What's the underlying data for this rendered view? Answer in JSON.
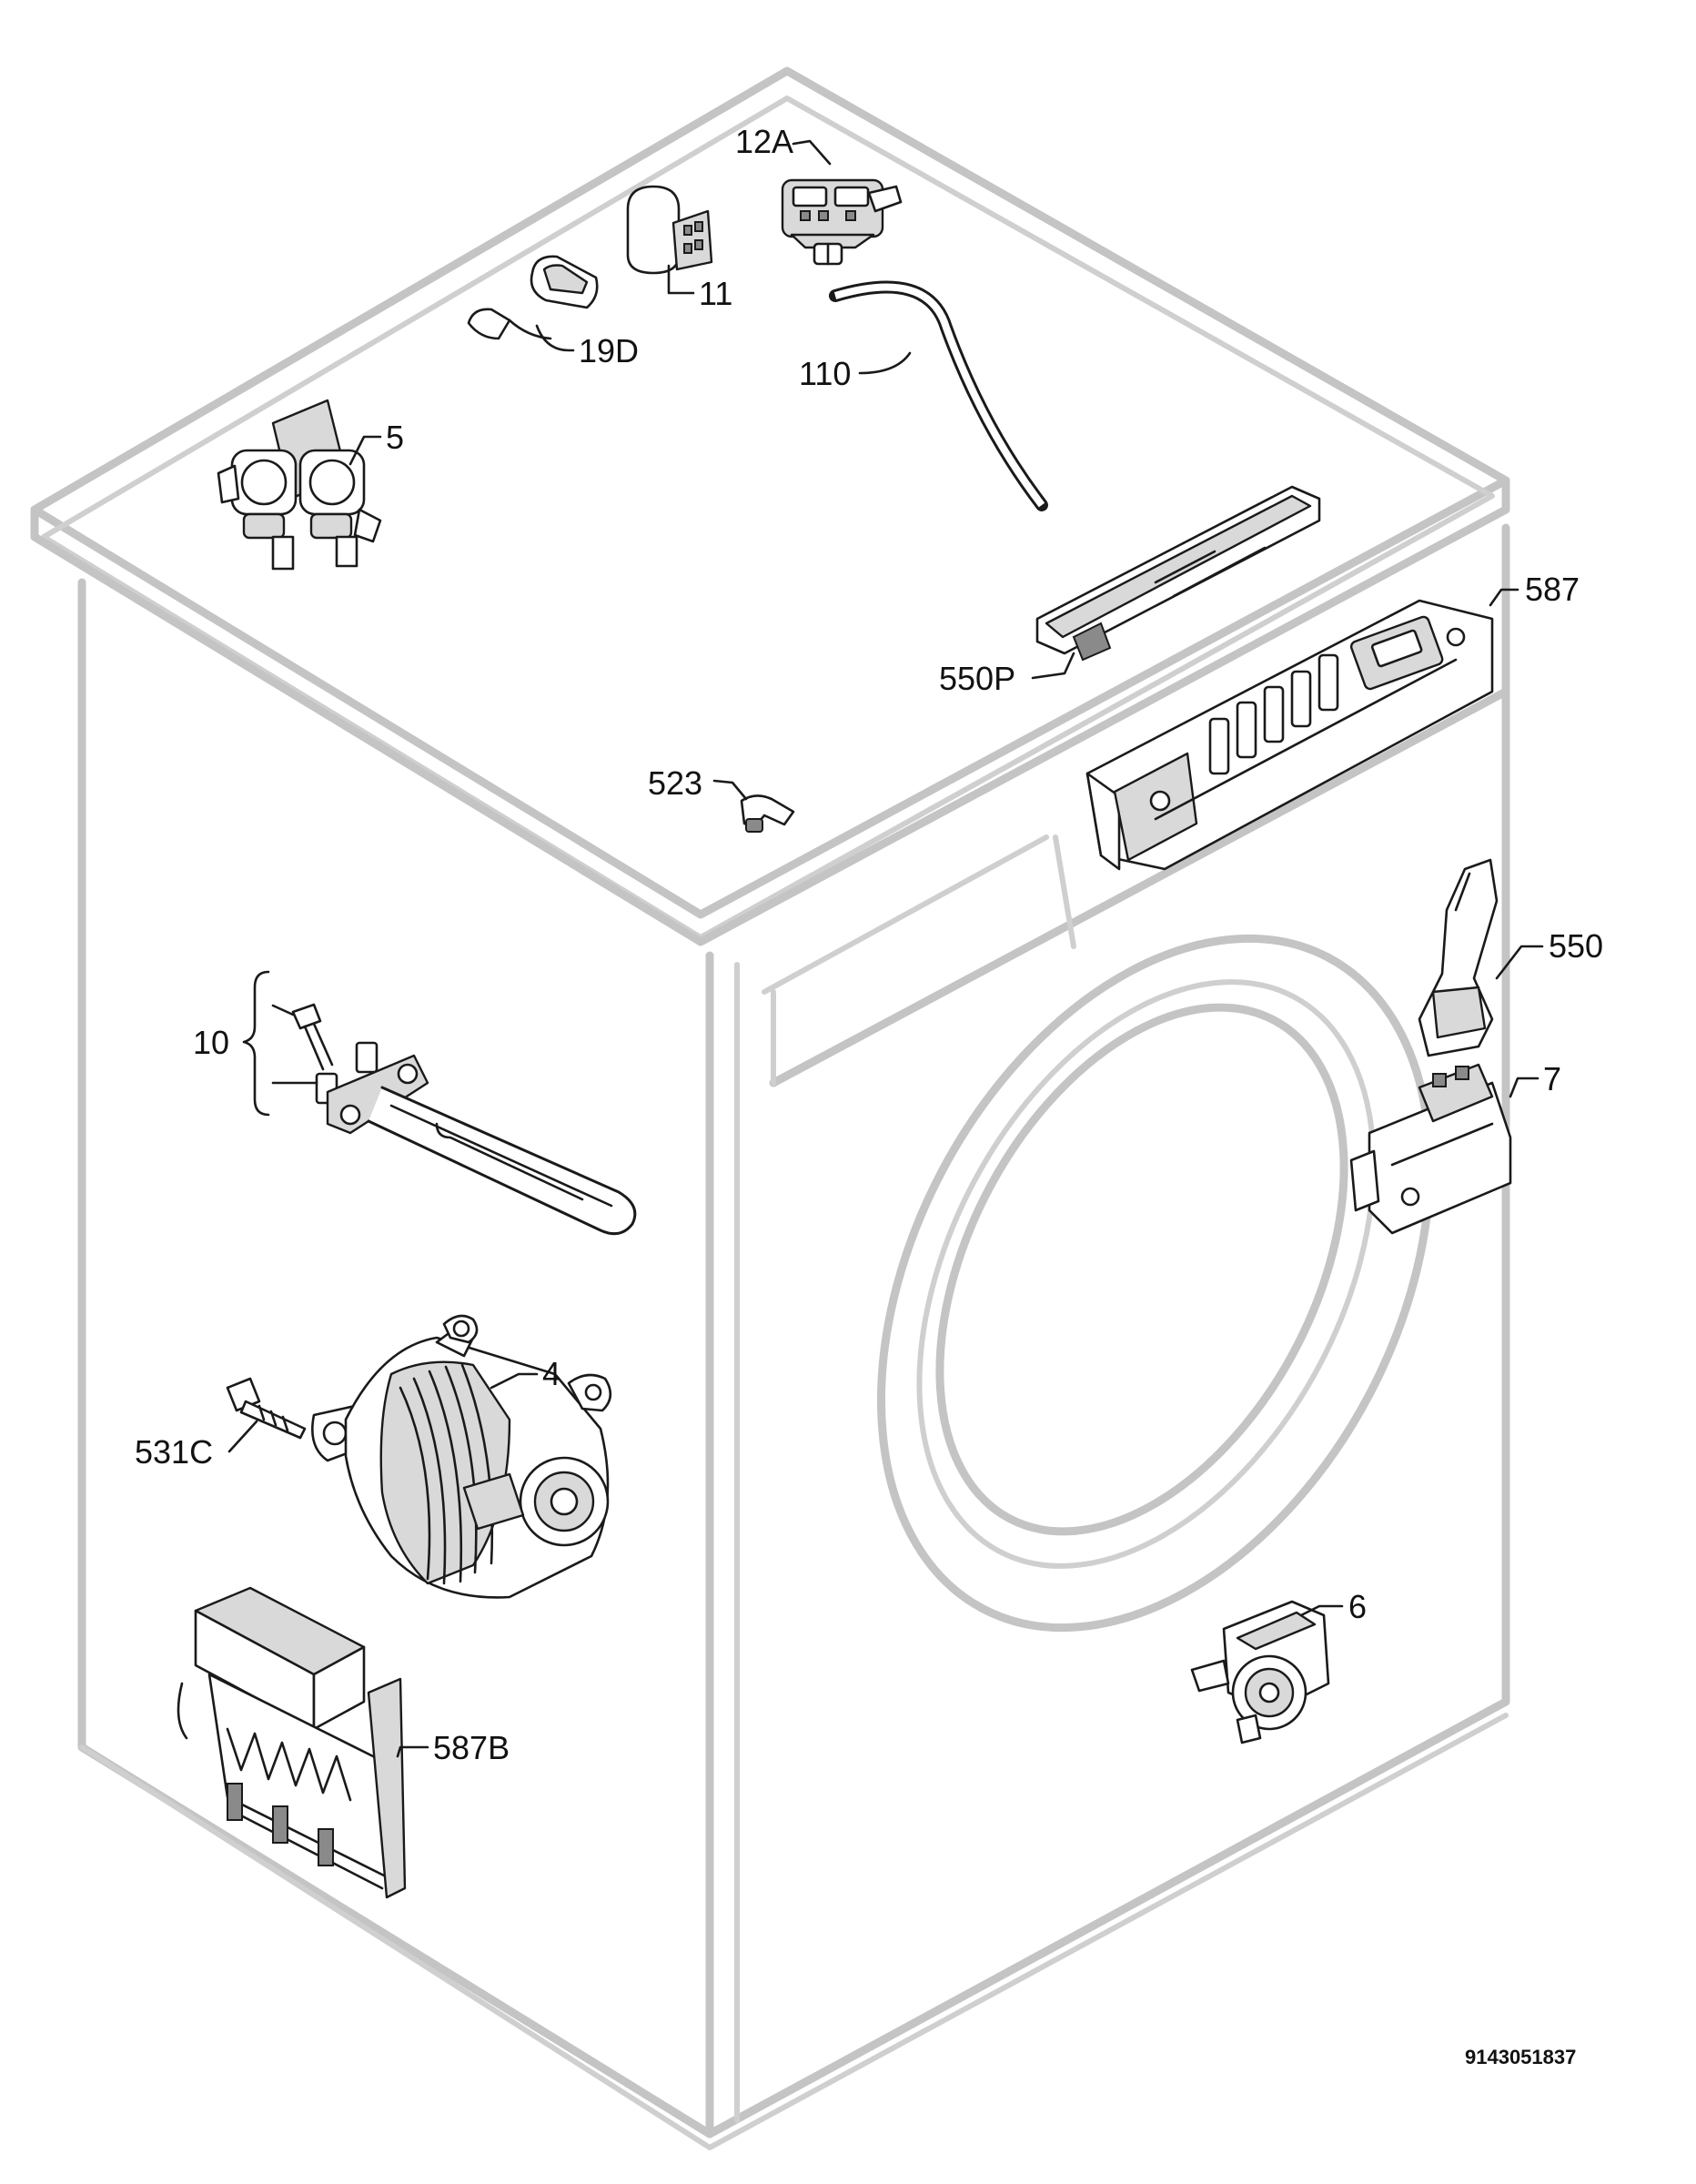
{
  "parts": {
    "p12A": "12A",
    "p11": "11",
    "p19D": "19D",
    "p110": "110",
    "p5": "5",
    "p587": "587",
    "p550P": "550P",
    "p523": "523",
    "p550": "550",
    "p10": "10",
    "p7": "7",
    "p4": "4",
    "p531C": "531C",
    "p6": "6",
    "p587B": "587B"
  },
  "drawing_code": "9143051837",
  "colors": {
    "cabinet_outline": "#c4c4c4",
    "part_ink": "#1a1a1a"
  }
}
